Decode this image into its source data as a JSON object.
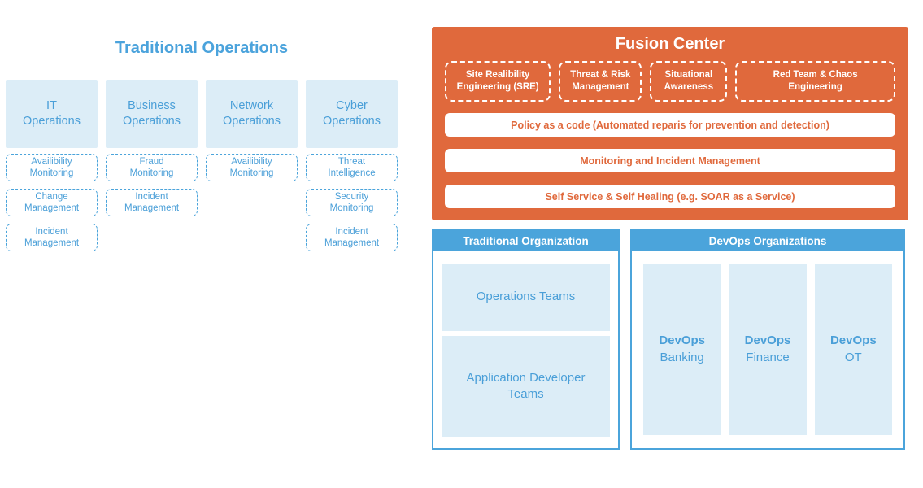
{
  "traditional_operations": {
    "title": "Traditional Operations",
    "columns": [
      {
        "line1": "IT",
        "line2": "Operations",
        "items": [
          {
            "line1": "Availibility",
            "line2": "Monitoring"
          },
          {
            "line1": "Change",
            "line2": "Management"
          },
          {
            "line1": "Incident",
            "line2": "Management"
          }
        ]
      },
      {
        "line1": "Business",
        "line2": "Operations",
        "items": [
          {
            "line1": "Fraud",
            "line2": "Monitoring"
          },
          {
            "line1": "Incident",
            "line2": "Management"
          }
        ]
      },
      {
        "line1": "Network",
        "line2": "Operations",
        "items": [
          {
            "line1": "Availibility",
            "line2": "Monitoring"
          }
        ]
      },
      {
        "line1": "Cyber",
        "line2": "Operations",
        "items": [
          {
            "line1": "Threat",
            "line2": "Intelligence"
          },
          {
            "line1": "Security",
            "line2": "Monitoring"
          },
          {
            "line1": "Incident",
            "line2": "Management"
          }
        ]
      }
    ]
  },
  "fusion_center": {
    "title": "Fusion Center",
    "capabilities": [
      {
        "line1": "Site Realibility",
        "line2": "Engineering (SRE)"
      },
      {
        "line1": "Threat & Risk",
        "line2": "Management"
      },
      {
        "line1": "Situational",
        "line2": "Awareness"
      },
      {
        "line1": "Red Team & Chaos",
        "line2": "Engineering"
      }
    ],
    "services": [
      "Policy as a code (Automated reparis for prevention and detection)",
      "Monitoring and Incident Management",
      "Self Service & Self Healing (e.g. SOAR as a Service)"
    ]
  },
  "traditional_organization": {
    "title": "Traditional Organization",
    "teams": [
      "Operations Teams",
      "Application Developer Teams"
    ]
  },
  "devops_organizations": {
    "title": "DevOps Organizations",
    "teams": [
      {
        "bold": "DevOps",
        "label": "Banking"
      },
      {
        "bold": "DevOps",
        "label": "Finance"
      },
      {
        "bold": "DevOps",
        "label": "OT"
      }
    ]
  },
  "colors": {
    "orange": "#E0693C",
    "blue_header": "#4BA4DB",
    "blue_text": "#4A9FD8",
    "light_blue_fill": "#DCEDF7"
  }
}
